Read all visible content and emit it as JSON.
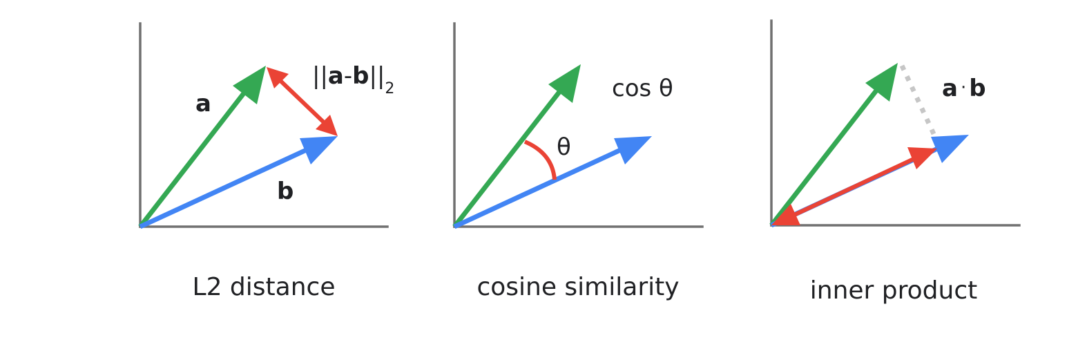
{
  "panels": [
    {
      "caption": "L2 distance",
      "labels": {
        "a": "a",
        "b": "b",
        "norm_open": "||",
        "norm_a": "a",
        "norm_minus": "-",
        "norm_b": "b",
        "norm_close": "||",
        "norm_sub": "2"
      }
    },
    {
      "caption": "cosine similarity",
      "labels": {
        "cos": "cos θ",
        "theta": "θ"
      }
    },
    {
      "caption": "inner product",
      "labels": {
        "dot_a": "a",
        "dot_op": "·",
        "dot_b": "b"
      }
    }
  ],
  "colors": {
    "vector_a": "#34a853",
    "vector_b": "#4285f4",
    "measure": "#ea4335",
    "axis": "#707070",
    "projection": "#c6c6c6"
  }
}
